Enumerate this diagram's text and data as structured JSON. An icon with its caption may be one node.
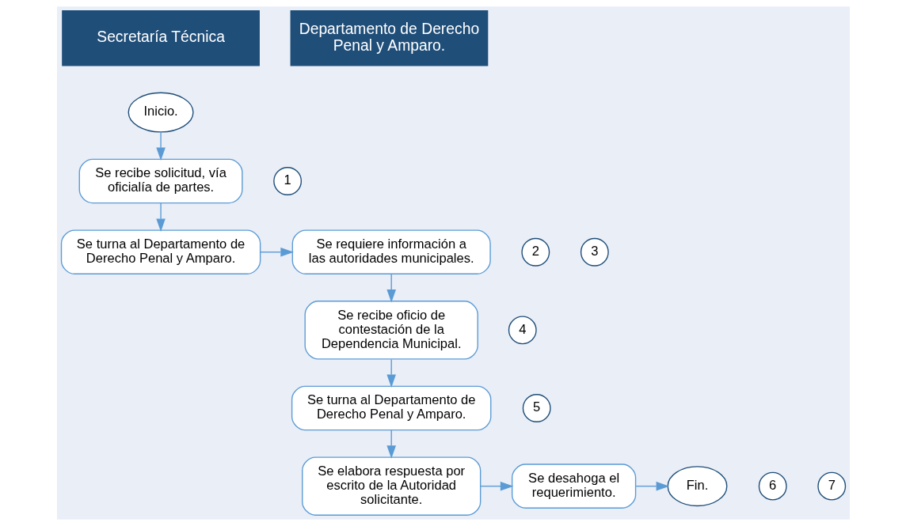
{
  "diagram": {
    "nodes": [
      {
        "text": [
          "Secretaría Técnica"
        ]
      },
      {
        "text": [
          "Departamento de Derecho Penal y Amparo."
        ]
      },
      {
        "text": [
          "Inicio."
        ]
      },
      {
        "text": [
          "1"
        ]
      },
      {
        "text": [
          "Se recibe solicitud, vía oficialía de partes."
        ]
      },
      {
        "text": [
          "2"
        ]
      },
      {
        "text": [
          "Se turna al Departamento de Derecho Penal y Amparo."
        ]
      },
      {
        "text": [
          "3"
        ]
      },
      {
        "text": [
          "Se requiere información a las autoridades municipales."
        ]
      },
      {
        "text": [
          "4"
        ]
      },
      {
        "text": [
          "Se recibe oficio de contestación de la Dependencia Municipal."
        ]
      },
      {
        "text": [
          "5"
        ]
      },
      {
        "text": [
          "Se turna al Departamento de Derecho Penal y Amparo."
        ]
      },
      {
        "text": [
          "6"
        ]
      },
      {
        "text": [
          "Se elabora respuesta por escrito de la Autoridad solicitante."
        ]
      },
      {
        "text": [
          "7"
        ]
      },
      {
        "text": [
          "Se desahoga el requerimiento."
        ]
      },
      {
        "text": [
          "Fin."
        ]
      }
    ],
    "edges": [
      {
        "from": 2,
        "to": 4,
        "arrow": "to"
      },
      {
        "from": 4,
        "to": 6,
        "arrow": "to"
      },
      {
        "from": 6,
        "to": 8,
        "arrow": "to"
      },
      {
        "from": 8,
        "to": 10,
        "arrow": "to"
      },
      {
        "from": 10,
        "to": 12,
        "arrow": "to"
      },
      {
        "from": 12,
        "to": 14,
        "arrow": "to"
      },
      {
        "from": 14,
        "to": 16,
        "arrow": "to"
      },
      {
        "from": 16,
        "to": 17,
        "arrow": "to"
      }
    ]
  }
}
